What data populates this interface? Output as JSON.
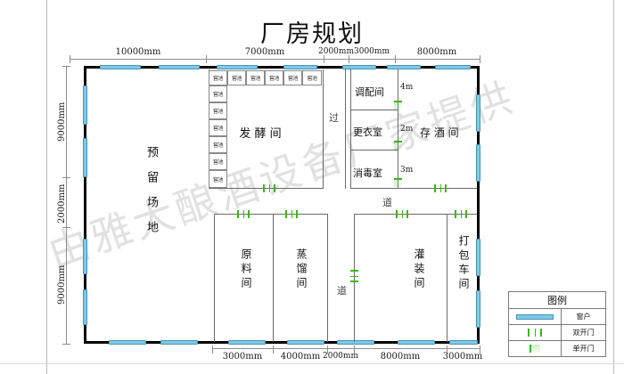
{
  "title": "厂房规划",
  "watermark": "由雅大酿酒设备厂家提供",
  "dimensions": {
    "top": [
      "10000mm",
      "7000mm",
      "2000mm",
      "3000mm",
      "8000mm"
    ],
    "bottom": [
      "3000mm",
      "4000mm",
      "2000mm",
      "8000mm",
      "3000mm"
    ],
    "left": [
      "9000mm",
      "2000mm",
      "9000mm"
    ]
  },
  "rooms": {
    "reserved": "预留场地",
    "fermentation": "发 酵 间",
    "corridor_vertical_top": "过",
    "corridor_vertical_bottom": "道",
    "corridor_horizontal_top": "过",
    "corridor_horizontal_right": "道",
    "corridor_mid": "道",
    "blending": "调配间",
    "changing": "更衣室",
    "sterilize": "消毒室",
    "liquor_store": "存 酒 间",
    "raw_material": "原料间",
    "distillery": "蒸馏间",
    "filling": "灌装间",
    "packing": "打包车间"
  },
  "inner_dims": {
    "blending_depth": "4m",
    "changing_depth": "2m",
    "sterilize_depth": "3m"
  },
  "pit_label": "窖池",
  "pits": {
    "top_row_count": 6,
    "left_col_count": 6
  },
  "legend": {
    "heading": "图例",
    "items": [
      {
        "symbol": "window-symbol",
        "label": "窗户"
      },
      {
        "symbol": "double-door-symbol",
        "label": "双开门"
      },
      {
        "symbol": "single-door-symbol",
        "label": "单开门"
      }
    ]
  },
  "colors": {
    "window": "#7ec8e8",
    "window_border": "#4a93b5",
    "door": "#3bb714",
    "wall": "#000000",
    "partition": "#6b6b6b"
  }
}
